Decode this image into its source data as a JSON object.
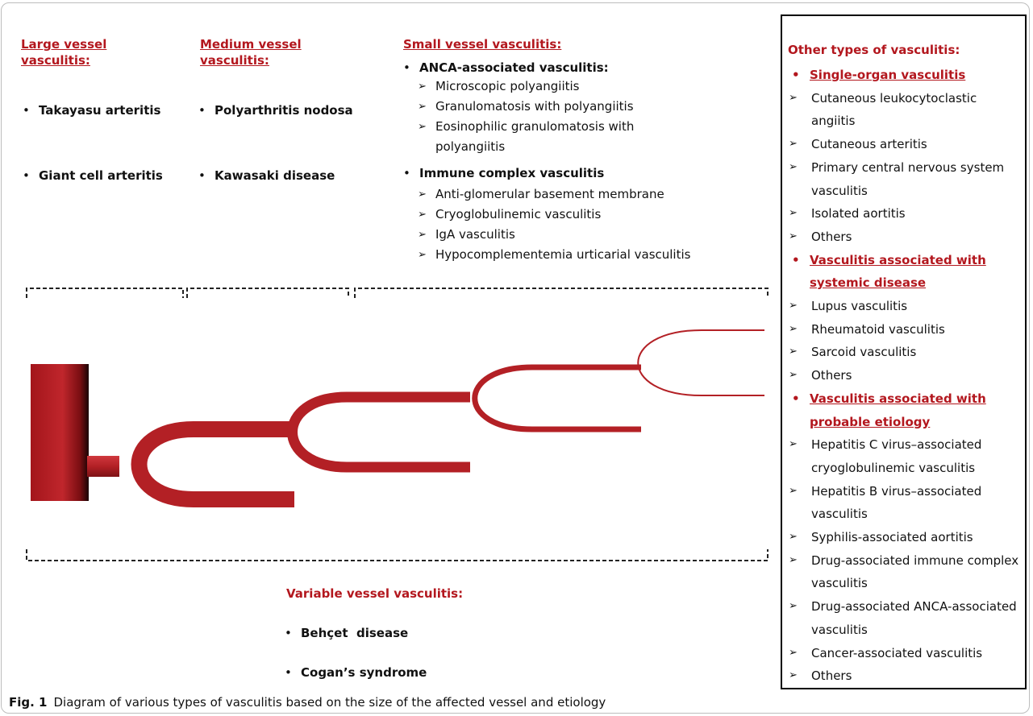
{
  "large": {
    "heading": "Large vessel vasculitis:",
    "items": [
      "Takayasu arteritis",
      "Giant cell arteritis"
    ]
  },
  "medium": {
    "heading": "Medium vessel vasculitis:",
    "items": [
      "Polyarthritis nodosa",
      "Kawasaki disease"
    ]
  },
  "small": {
    "heading": "Small vessel vasculitis:",
    "anca": {
      "label": "ANCA-associated vasculitis:",
      "items": [
        "Microscopic polyangiitis",
        "Granulomatosis with polyangiitis",
        "Eosinophilic granulomatosis with polyangiitis"
      ]
    },
    "immune": {
      "label": "Immune complex vasculitis",
      "items": [
        "Anti-glomerular basement membrane",
        "Cryoglobulinemic vasculitis",
        "IgA vasculitis",
        "Hypocomplementemia urticarial vasculitis"
      ]
    }
  },
  "other": {
    "heading": "Other types of vasculitis:",
    "groups": [
      {
        "label": "Single-organ vasculitis",
        "items": [
          "Cutaneous leukocytoclastic angiitis",
          "Cutaneous arteritis",
          "Primary central nervous system vasculitis",
          "Isolated aortitis",
          "Others"
        ]
      },
      {
        "label": "Vasculitis associated with systemic disease",
        "items": [
          "Lupus vasculitis",
          "Rheumatoid vasculitis",
          "Sarcoid vasculitis",
          "Others"
        ]
      },
      {
        "label": "Vasculitis associated with probable etiology",
        "items": [
          "Hepatitis C virus–associated cryoglobulinemic vasculitis",
          "Hepatitis B virus–associated vasculitis",
          "Syphilis-associated aortitis",
          "Drug-associated immune complex vasculitis",
          "Drug-associated ANCA-associated vasculitis",
          "Cancer-associated vasculitis",
          "Others"
        ]
      }
    ]
  },
  "variable": {
    "heading": "Variable vessel vasculitis:",
    "items": [
      "Behçet  disease",
      "Cogan’s syndrome"
    ]
  },
  "caption": {
    "label": "Fig. 1",
    "text": "Diagram of various types of vasculitis based on the size of the affected vessel and etiology"
  },
  "colors": {
    "heading": "#b3171e",
    "vessel": "#b32025"
  }
}
